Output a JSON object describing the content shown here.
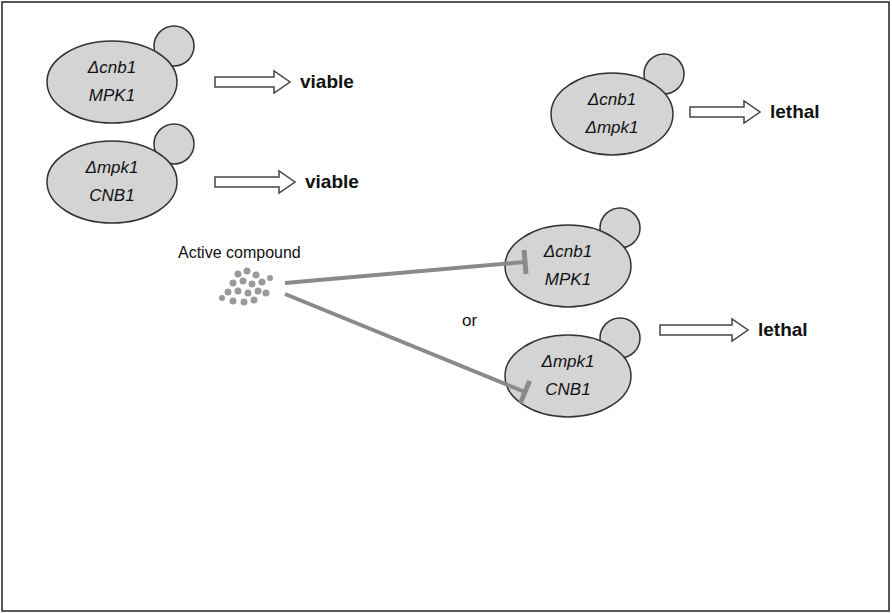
{
  "diagram": {
    "nodes": [
      {
        "text": [
          "Δcnb1",
          "MPK1"
        ]
      },
      {
        "text": [
          "Δcnb1",
          "Δmpk1"
        ]
      },
      {
        "text": [
          "Δmpk1",
          "CNB1"
        ]
      },
      {
        "text": [
          "Δcnb1",
          "MPK1"
        ]
      },
      {
        "text": [
          "Δmpk1",
          "CNB1"
        ]
      }
    ],
    "labels": [
      "viable",
      "lethal",
      "viable",
      "Active compound",
      "or",
      "lethal"
    ]
  }
}
